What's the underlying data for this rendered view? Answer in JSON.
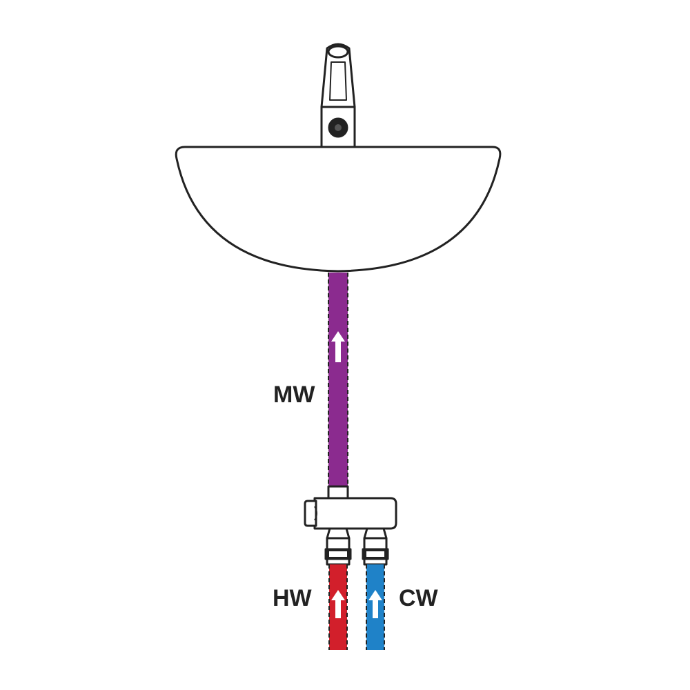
{
  "labels": {
    "mixed_water": "MW",
    "hot_water": "HW",
    "cold_water": "CW"
  },
  "colors": {
    "mixed_water": "#8b2b8f",
    "hot_water": "#d21f2b",
    "cold_water": "#1f82c8",
    "outline": "#222222",
    "fitting_fill": "#ffffff",
    "arrow": "#ffffff"
  },
  "icons": {
    "faucet": "faucet-icon",
    "basin": "basin-icon",
    "mixing_valve": "tmv-valve-icon",
    "flow_arrow": "arrow-up-icon"
  }
}
